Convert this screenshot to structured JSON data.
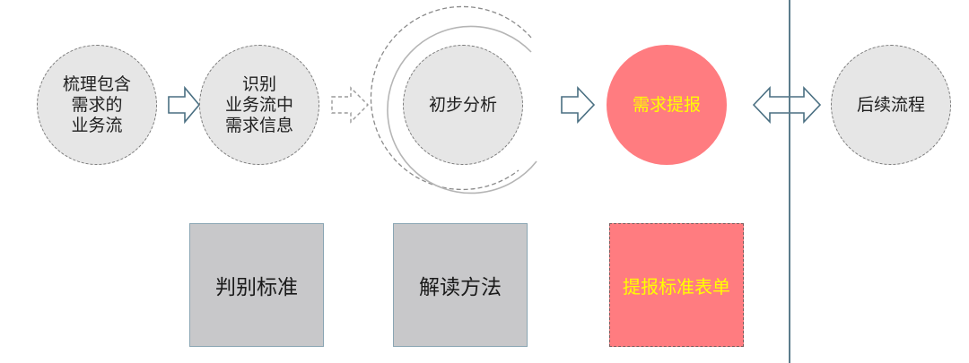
{
  "flow": {
    "step1": "梳理包含\n需求的\n业务流",
    "step2": "识别\n业务流中\n需求信息",
    "step3": "初步分析",
    "step4": "需求提报",
    "step5": "后续流程"
  },
  "boxes": {
    "criteria": "判别标准",
    "method": "解读方法",
    "form": "提报标准表单"
  },
  "colors": {
    "circle_fill": "#e6e6e6",
    "highlight_fill": "#ff7c80",
    "highlight_text": "#ffff00",
    "box_fill": "#c8c8ca",
    "arrow_stroke": "#4a6f82"
  }
}
